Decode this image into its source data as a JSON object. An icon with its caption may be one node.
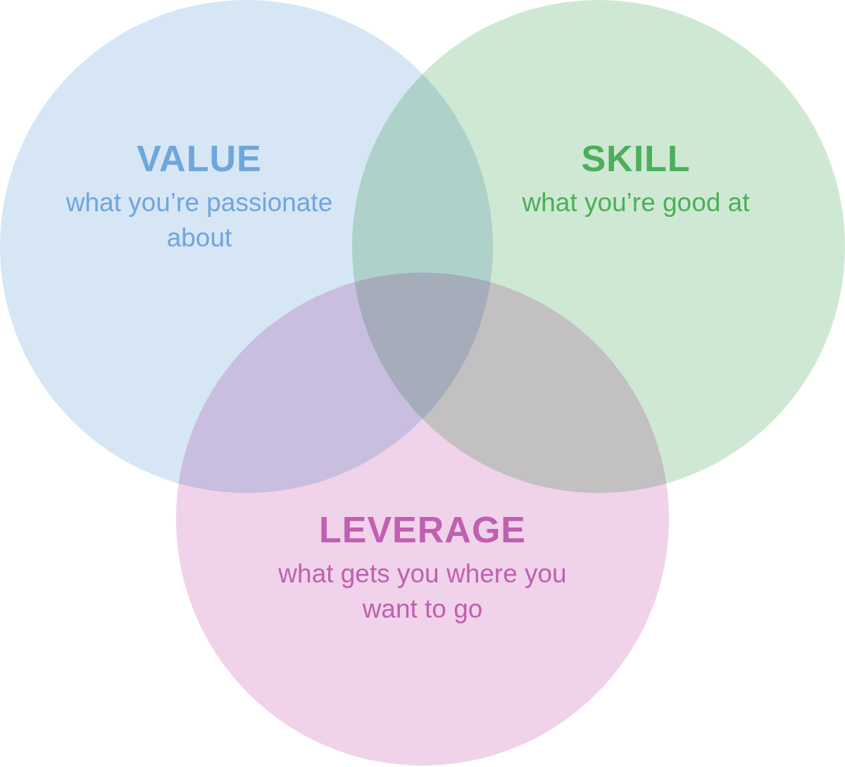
{
  "diagram": {
    "nodes": [
      {
        "text": [
          "VALUE",
          "what you’re passionate about"
        ]
      },
      {
        "text": [
          "SKILL",
          "what you’re good at"
        ]
      },
      {
        "text": [
          "LEVERAGE",
          "what gets you where you want to go"
        ]
      }
    ]
  }
}
